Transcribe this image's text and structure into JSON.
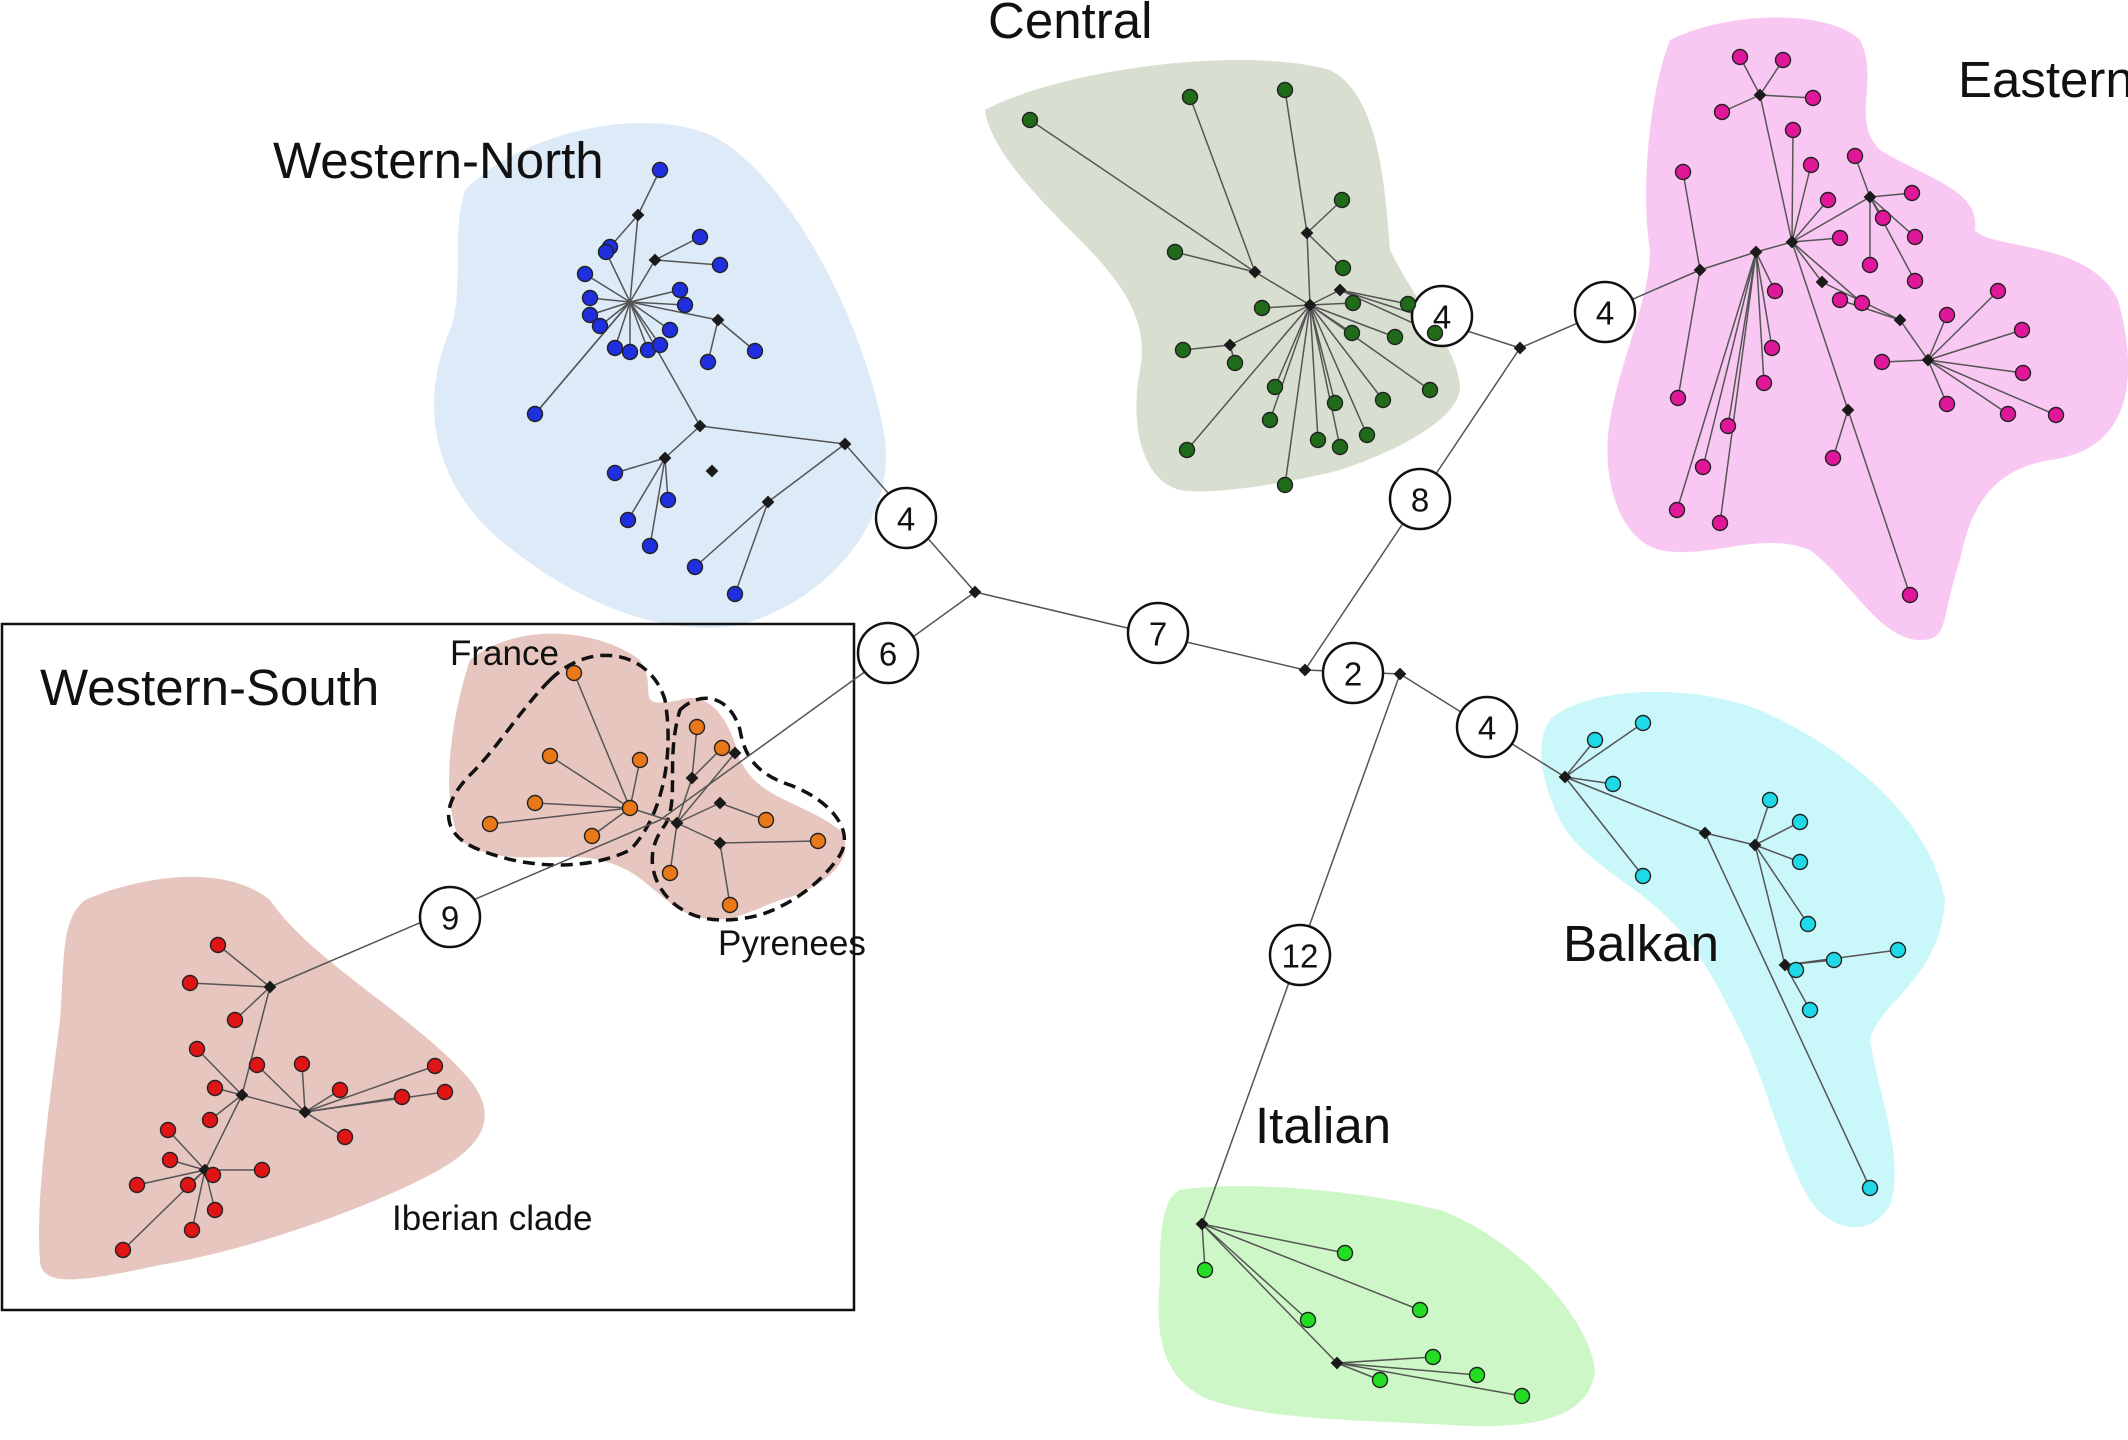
{
  "labels": {
    "western_north": "Western-North",
    "central": "Central",
    "eastern": "Eastern",
    "western_south": "Western-South",
    "france": "France",
    "pyrenees": "Pyrenees",
    "iberian": "Iberian clade",
    "balkan": "Balkan",
    "italian": "Italian"
  },
  "mutation_steps": [
    "4",
    "4",
    "4",
    "8",
    "4",
    "6",
    "7",
    "2",
    "4",
    "9",
    "12"
  ],
  "colors": {
    "western_north": "#1f2fe0",
    "central": "#1f6b1a",
    "eastern": "#e0179b",
    "france": "#e87818",
    "pyrenees": "#e87818",
    "iberian": "#e01414",
    "balkan": "#1fd8e8",
    "italian": "#22dd22",
    "hull_western_north": "#dcebf7",
    "hull_central": "#d8dfd0",
    "hull_eastern": "#f9c8f2",
    "hull_western_south": "#e8c6c0",
    "hull_balkan": "#c9f7fa",
    "hull_italian": "#cdf7c6",
    "median_vector": "#1a1a1a"
  }
}
